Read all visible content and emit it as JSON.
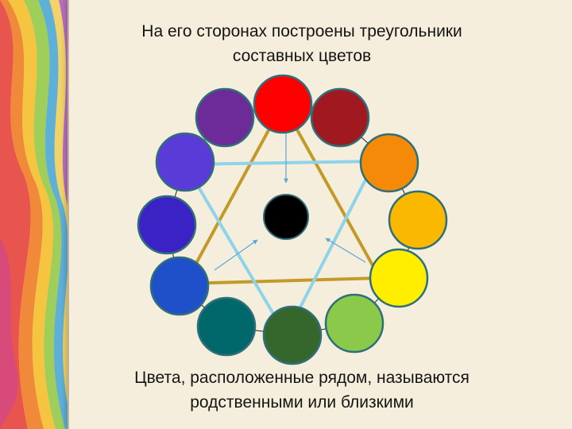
{
  "slide": {
    "title_lines": [
      "На его сторонах построены треугольники",
      "составных цветов"
    ],
    "caption_lines": [
      "Цвета, расположенные рядом, называются",
      "родственными или близкими"
    ]
  },
  "palette": {
    "panel_background": "#f6eedd",
    "triangle_gold": "#c19a2a",
    "triangle_blue": "#8ed3ea",
    "circle_border": "#2e6f7a",
    "arrow_blue": "#5aa7d6"
  },
  "color_wheel": {
    "circles": [
      {
        "name": "red",
        "color": "#ff0000"
      },
      {
        "name": "dark-red",
        "color": "#a01820"
      },
      {
        "name": "orange",
        "color": "#f58a08"
      },
      {
        "name": "amber",
        "color": "#fbb800"
      },
      {
        "name": "yellow",
        "color": "#ffee00"
      },
      {
        "name": "light-green",
        "color": "#8bc94a"
      },
      {
        "name": "dark-green",
        "color": "#35662b"
      },
      {
        "name": "teal",
        "color": "#00676a"
      },
      {
        "name": "blue",
        "color": "#1f50c9"
      },
      {
        "name": "indigo",
        "color": "#3b22c4"
      },
      {
        "name": "blue-violet",
        "color": "#5a3bd8"
      },
      {
        "name": "purple",
        "color": "#6c2b98"
      }
    ],
    "center": {
      "name": "black",
      "color": "#000000"
    }
  }
}
